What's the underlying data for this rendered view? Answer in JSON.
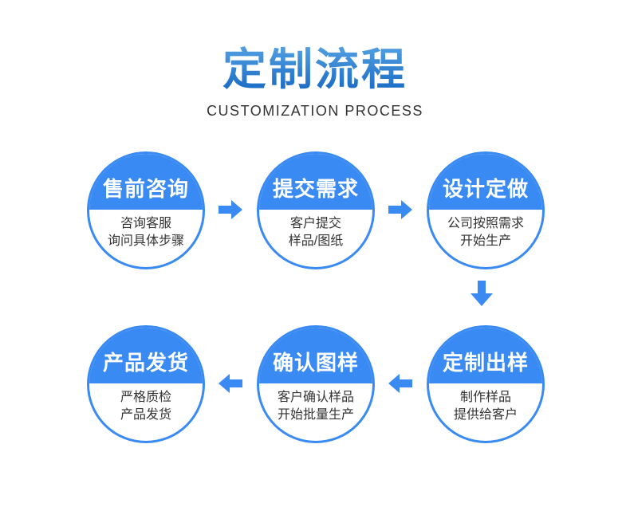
{
  "header": {
    "title": "定制流程",
    "subtitle": "CUSTOMIZATION PROCESS"
  },
  "colors": {
    "accent_blue": "#3A8AF3",
    "text_dark": "#333333",
    "title_gradient_top": "#54A1E2",
    "title_gradient_bottom": "#1566C2",
    "subtitle_color": "#333333",
    "step_title_color": "#ffffff",
    "background": "#ffffff"
  },
  "steps": [
    {
      "title": "售前咨询",
      "lines": [
        "咨询客服",
        "询问具体步骤"
      ]
    },
    {
      "title": "提交需求",
      "lines": [
        "客户提交",
        "样品/图纸"
      ]
    },
    {
      "title": "设计定做",
      "lines": [
        "公司按照需求",
        "开始生产"
      ]
    },
    {
      "title": "定制出样",
      "lines": [
        "制作样品",
        "提供给客户"
      ]
    },
    {
      "title": "确认图样",
      "lines": [
        "客户确认样品",
        "开始批量生产"
      ]
    },
    {
      "title": "产品发货",
      "lines": [
        "严格质检",
        "产品发货"
      ]
    }
  ],
  "flow": {
    "arrows": [
      "right",
      "right",
      "down",
      "left",
      "left"
    ]
  }
}
